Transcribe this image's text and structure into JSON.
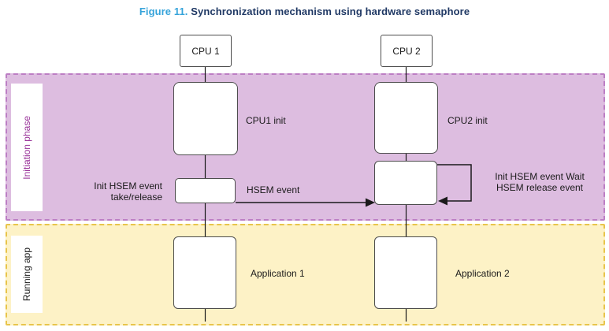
{
  "title": {
    "figure_label": "Figure 11.",
    "text": "Synchronization mechanism using hardware semaphore"
  },
  "actors": {
    "cpu1": "CPU 1",
    "cpu2": "CPU 2"
  },
  "phases": {
    "initiation": {
      "label": "Initiation phase"
    },
    "running": {
      "label": "Running app"
    }
  },
  "nodes": {
    "cpu1_init_label": "CPU1 init",
    "cpu2_init_label": "CPU2 init",
    "hsem_take_line1": "Init HSEM event",
    "hsem_take_line2": "take/release",
    "hsem_event_label": "HSEM event",
    "hsem_wait_line1": "Init HSEM event Wait",
    "hsem_wait_line2": "HSEM release event",
    "app1_label": "Application 1",
    "app2_label": "Application 2"
  },
  "colors": {
    "figure_number_blue": "#35a3da",
    "title_navy": "#1f3864",
    "initiation_bg": "#ddbde0",
    "initiation_border": "#bc7ec4",
    "initiation_text": "#993399",
    "running_bg": "#fdf2c6",
    "running_border": "#e8c54b",
    "line_color": "#1a1a1a",
    "box_border": "#4d4d4d"
  }
}
